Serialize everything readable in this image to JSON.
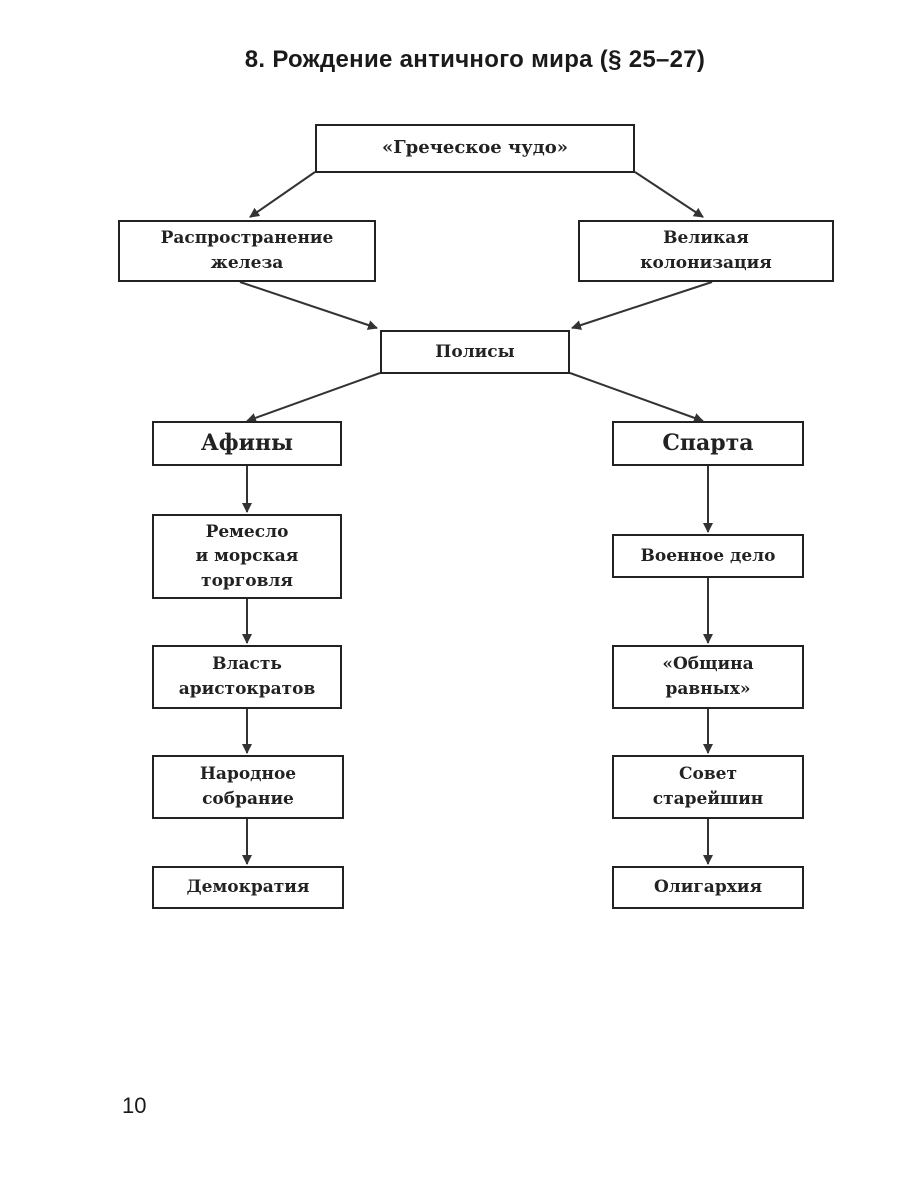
{
  "header": {
    "title": "8. Рождение античного мира (§ 25–27)"
  },
  "diagram": {
    "greek_miracle": "«Греческое чудо»",
    "iron": "Распространение\nжелеза",
    "colonization": "Великая\nколонизация",
    "polis": "Полисы",
    "athens": {
      "title": "Афины",
      "craft": "Ремесло\nи морская\nторговля",
      "aristocrats": "Власть\nаристократов",
      "assembly": "Народное\nсобрание",
      "result": "Демократия"
    },
    "sparta": {
      "title": "Спарта",
      "military": "Военное дело",
      "community": "«Община\nравных»",
      "council": "Совет\nстарейшин",
      "result": "Олигархия"
    }
  },
  "footer": {
    "page_number": "10"
  }
}
